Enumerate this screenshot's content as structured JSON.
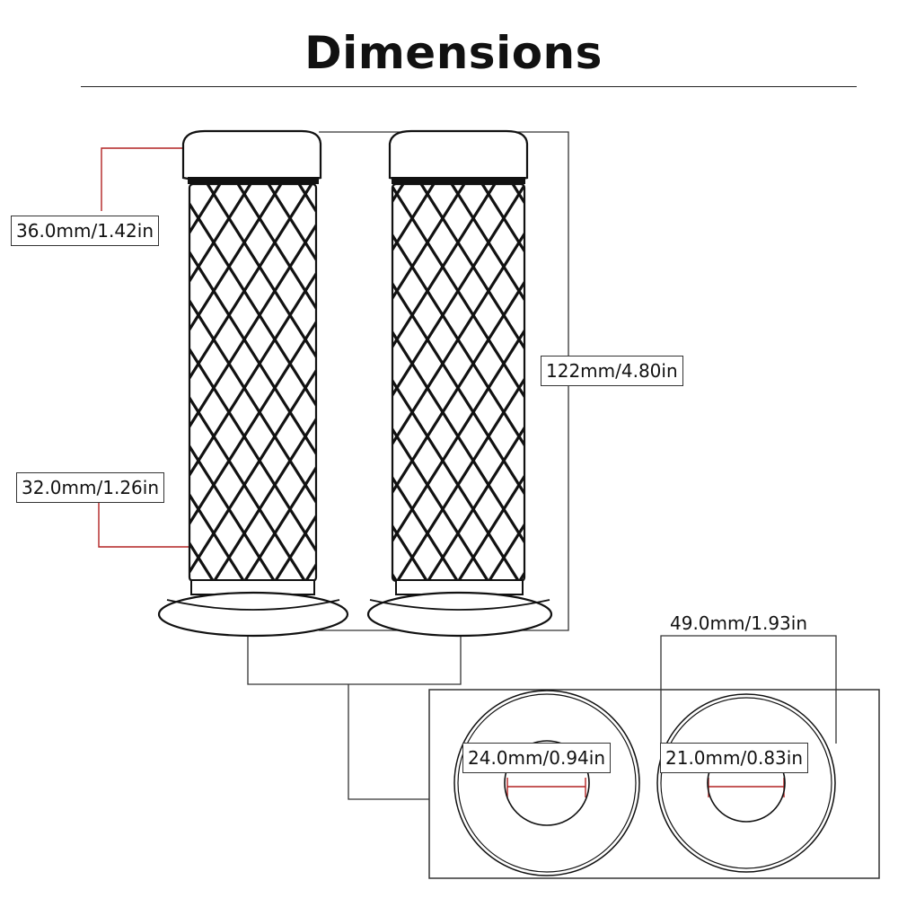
{
  "title": "Dimensions",
  "labels": {
    "top_diameter": "36.0mm/1.42in",
    "bottom_diameter": "32.0mm/1.26in",
    "length": "122mm/4.80in",
    "flange_diameter": "49.0mm/1.93in",
    "inner_diameter_left": "24.0mm/0.94in",
    "inner_diameter_right": "21.0mm/0.83in"
  },
  "colors": {
    "outline": "#111111",
    "callout_line": "#333333",
    "dimension_red": "#b22222"
  }
}
